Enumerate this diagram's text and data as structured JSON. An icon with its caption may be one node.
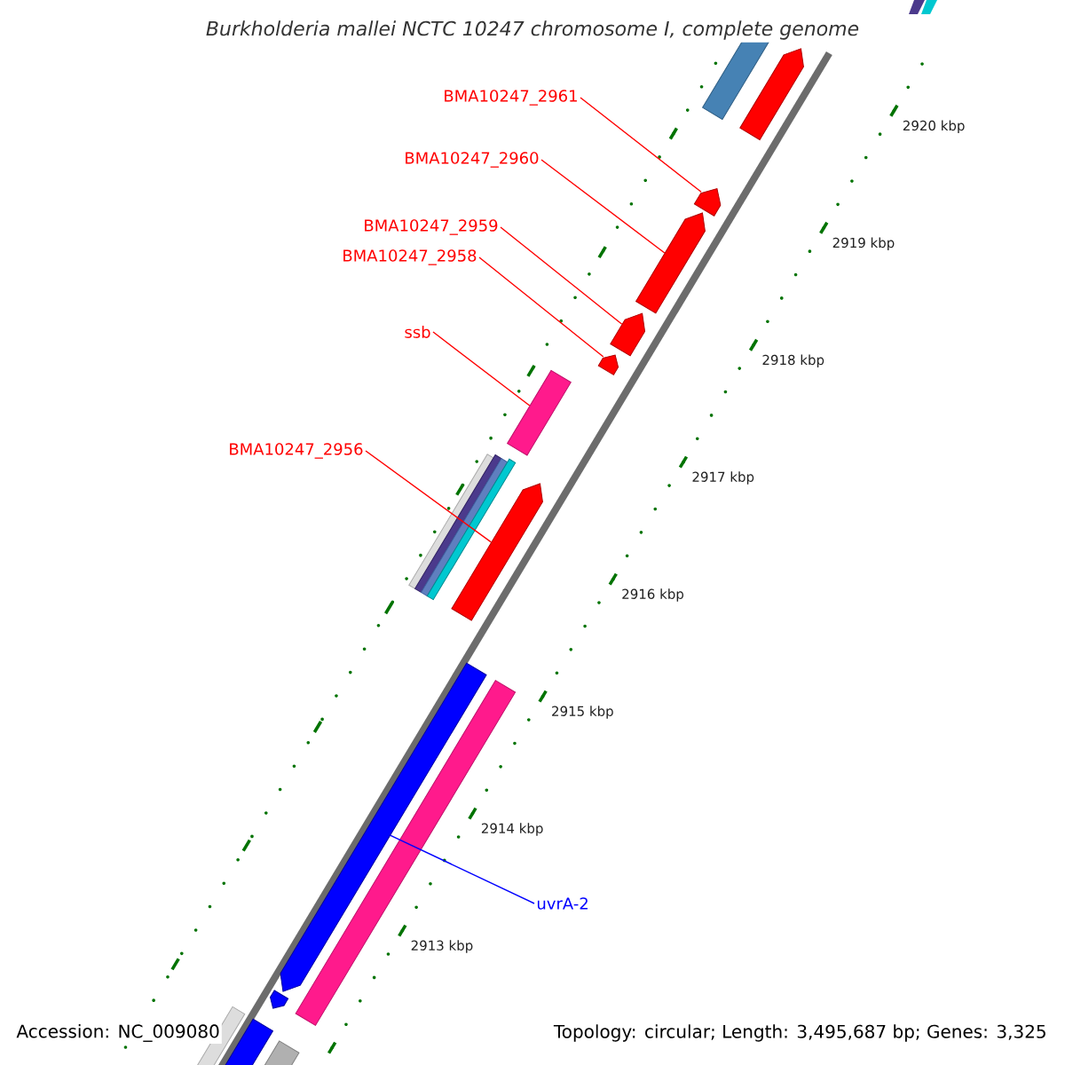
{
  "diagram": {
    "title": "Burkholderia mallei NCTC 10247 chromosome I, complete genome",
    "nodes": [
      {
        "text": [
          "BMA10247_2961"
        ]
      },
      {
        "text": [
          "BMA10247_2960"
        ]
      },
      {
        "text": [
          "BMA10247_2959"
        ]
      },
      {
        "text": [
          "BMA10247_2958"
        ]
      },
      {
        "text": [
          "ssb"
        ]
      },
      {
        "text": [
          "BMA10247_2956"
        ]
      },
      {
        "text": [
          "uvrA-2"
        ]
      },
      {
        "text": [],
        "shape": "arrow"
      },
      {
        "text": [],
        "shape": "arrow"
      },
      {
        "text": [],
        "shape": "arrow"
      },
      {
        "text": [],
        "shape": "arrow"
      },
      {
        "text": [],
        "shape": "arrow"
      },
      {
        "text": [],
        "shape": "bar"
      },
      {
        "text": [],
        "shape": "arrow"
      },
      {
        "text": [],
        "shape": "arrow"
      }
    ],
    "edges": [
      {
        "from": 0,
        "to": 8,
        "arrow": "none"
      },
      {
        "from": 1,
        "to": 9,
        "arrow": "none"
      },
      {
        "from": 2,
        "to": 10,
        "arrow": "none"
      },
      {
        "from": 3,
        "to": 11,
        "arrow": "none"
      },
      {
        "from": 4,
        "to": 12,
        "arrow": "none"
      },
      {
        "from": 5,
        "to": 13,
        "arrow": "none"
      },
      {
        "from": 6,
        "to": 14,
        "arrow": "none",
        "color": "#0000ff"
      }
    ],
    "labels": [
      "2920 kbp",
      "2919 kbp",
      "2918 kbp",
      "2917 kbp",
      "2916 kbp",
      "2915 kbp",
      "2914 kbp",
      "2913 kbp",
      "Accession: NC_009080",
      "Topology: circular; Length: 3,495,687 bp; Genes: 3,325"
    ]
  }
}
